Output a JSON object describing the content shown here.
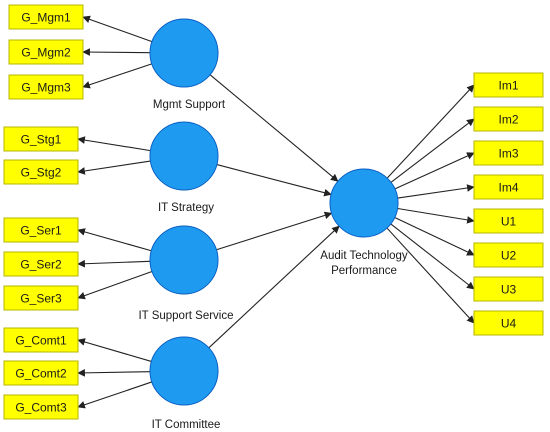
{
  "diagram": {
    "latent_variables": [
      {
        "id": "mgmt",
        "label": "Mgmt Support"
      },
      {
        "id": "stg",
        "label": "IT Strategy"
      },
      {
        "id": "ser",
        "label": "IT Support Service"
      },
      {
        "id": "comt",
        "label": "IT Committee"
      },
      {
        "id": "atp",
        "label": "Audit Technology Performance"
      }
    ],
    "indicators": [
      {
        "id": "G_Mgm1",
        "label": "G_Mgm1",
        "of": "mgmt"
      },
      {
        "id": "G_Mgm2",
        "label": "G_Mgm2",
        "of": "mgmt"
      },
      {
        "id": "G_Mgm3",
        "label": "G_Mgm3",
        "of": "mgmt"
      },
      {
        "id": "G_Stg1",
        "label": "G_Stg1",
        "of": "stg"
      },
      {
        "id": "G_Stg2",
        "label": "G_Stg2",
        "of": "stg"
      },
      {
        "id": "G_Ser1",
        "label": "G_Ser1",
        "of": "ser"
      },
      {
        "id": "G_Ser2",
        "label": "G_Ser2",
        "of": "ser"
      },
      {
        "id": "G_Ser3",
        "label": "G_Ser3",
        "of": "ser"
      },
      {
        "id": "G_Comt1",
        "label": "G_Comt1",
        "of": "comt"
      },
      {
        "id": "G_Comt2",
        "label": "G_Comt2",
        "of": "comt"
      },
      {
        "id": "G_Comt3",
        "label": "G_Comt3",
        "of": "comt"
      },
      {
        "id": "Im1",
        "label": "Im1",
        "of": "atp"
      },
      {
        "id": "Im2",
        "label": "Im2",
        "of": "atp"
      },
      {
        "id": "Im3",
        "label": "Im3",
        "of": "atp"
      },
      {
        "id": "Im4",
        "label": "Im4",
        "of": "atp"
      },
      {
        "id": "U1",
        "label": "U1",
        "of": "atp"
      },
      {
        "id": "U2",
        "label": "U2",
        "of": "atp"
      },
      {
        "id": "U3",
        "label": "U3",
        "of": "atp"
      },
      {
        "id": "U4",
        "label": "U4",
        "of": "atp"
      }
    ],
    "structural_paths": [
      {
        "from": "mgmt",
        "to": "atp"
      },
      {
        "from": "stg",
        "to": "atp"
      },
      {
        "from": "ser",
        "to": "atp"
      },
      {
        "from": "comt",
        "to": "atp"
      }
    ],
    "colors": {
      "latent_fill": "#1e9bf0",
      "latent_stroke": "#0a5fc4",
      "indicator_fill": "#ffff00",
      "indicator_stroke": "#b5b500",
      "edge": "#222222"
    }
  }
}
